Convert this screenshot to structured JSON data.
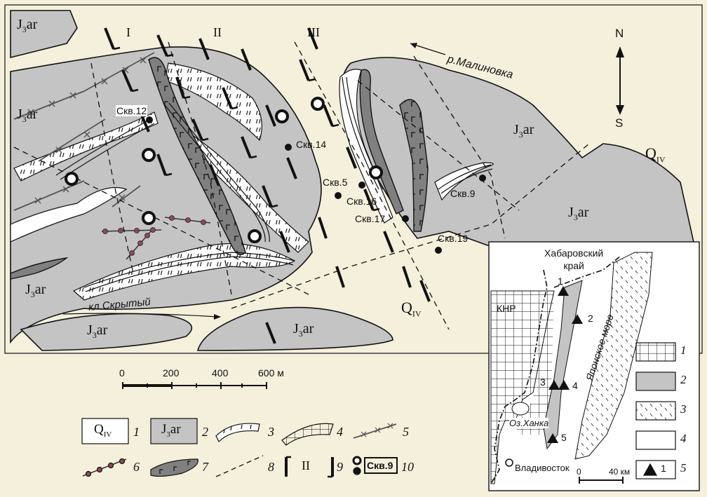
{
  "map": {
    "north_label": "N",
    "south_label": "S",
    "river_malinovka": "р.Малиновка",
    "creek_skrytyi": "кл.Скрытый",
    "section_numerals": [
      "I",
      "II",
      "III"
    ],
    "unit_j3ar": "J",
    "unit_j3ar_sub": "3",
    "unit_j3ar_suffix": "ar",
    "unit_q": "Q",
    "unit_q_sub": "IV",
    "boreholes": [
      "Скв.12",
      "Скв.14",
      "Скв.5",
      "Скв.16",
      "Скв.17",
      "Скв.9",
      "Скв.19"
    ]
  },
  "scale_bar": {
    "ticks": [
      "0",
      "200",
      "400",
      "600 м"
    ]
  },
  "legend": {
    "items": [
      "1",
      "2",
      "3",
      "4",
      "5",
      "6",
      "7",
      "8",
      "9",
      "10"
    ],
    "sample_q": "Q",
    "sample_q_sub": "IV",
    "sample_j": "J",
    "sample_j_sub": "3",
    "sample_j_suffix": "ar",
    "sample_fault_numeral": "II",
    "sample_well": "Скв.9"
  },
  "inset": {
    "khabarovsk_line1": "Хабаровский",
    "khabarovsk_line2": "край",
    "china": "КНР",
    "lake_khanka": "Оз.Ханка",
    "vladivostok": "Владивосток",
    "sea_of_japan": "Японское море",
    "site_numbers": [
      "1",
      "2",
      "3",
      "4",
      "5"
    ],
    "scale_ticks": [
      "0",
      "40 км"
    ],
    "legend_items": [
      "1",
      "2",
      "3",
      "4",
      "5"
    ],
    "legend_triangle_label": "1"
  },
  "colors": {
    "background": "#f4f0dc",
    "rock_gray": "#c4c4c4",
    "dark_gray": "#808080",
    "outline": "#111111"
  }
}
